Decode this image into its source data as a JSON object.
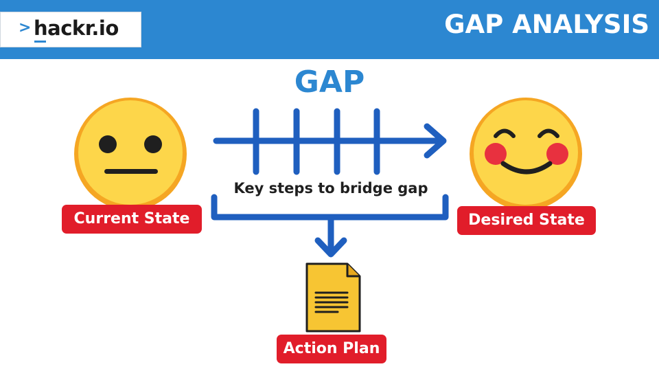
{
  "header": {
    "logo_chevron": ">",
    "logo_text": "hackr.io",
    "title": "GAP ANALYSIS",
    "bar_color": "#2c87d1"
  },
  "diagram": {
    "gap_label": "GAP",
    "steps_label": "Key steps to bridge gap",
    "current_state": "Current State",
    "desired_state": "Desired State",
    "action_plan": "Action Plan",
    "icons": [
      "neutral-face-icon",
      "smiling-face-icon",
      "document-icon",
      "arrow-right-icon",
      "arrow-down-icon"
    ],
    "colors": {
      "accent": "#1f5fbf",
      "pill": "#e11d2a",
      "face": "#fdd64a",
      "document": "#f7c533"
    }
  }
}
